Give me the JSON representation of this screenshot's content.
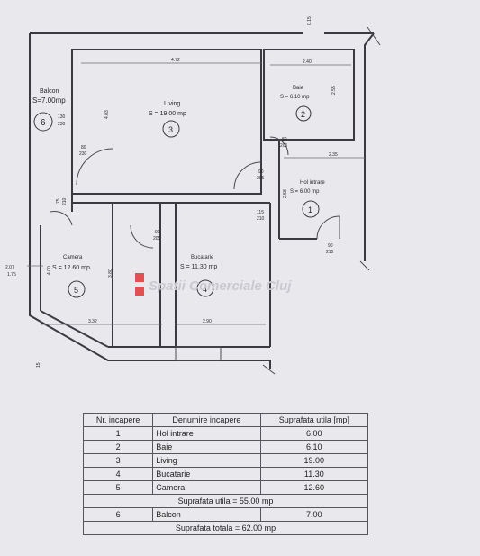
{
  "plan": {
    "watermark": "Spatii Comerciale Cluj",
    "rooms": {
      "balcon": {
        "name": "Balcon",
        "area": "S=7.00mp",
        "num": "6",
        "dim_a": "130",
        "dim_b": "230"
      },
      "living": {
        "name": "Living",
        "area": "S = 19.00 mp",
        "num": "3"
      },
      "baie": {
        "name": "Baie",
        "area": "S = 6.10 mp",
        "num": "2"
      },
      "hol": {
        "name": "Hol intrare",
        "area": "S = 6.00 mp",
        "num": "1"
      },
      "camera": {
        "name": "Camera",
        "area": "S = 12.60 mp",
        "num": "5"
      },
      "bucatarie": {
        "name": "Bucatarie",
        "area": "S = 11.30 mp",
        "num": "4"
      }
    },
    "dims": {
      "living_w": "4.72",
      "living_h": "4.03",
      "baie_w": "2.40",
      "baie_h": "2.55",
      "hol_w": "2.35",
      "hol_h": "2.58",
      "top_small": "0.15",
      "camera_w": "3.32",
      "camera_h": "4.00",
      "camera_h2": "3.80",
      "buc_w": "2.90",
      "left_h": "2.07",
      "left_h2": "1.75",
      "d_living_top": "80",
      "d_living_bot": "230",
      "d_baie_top": "80",
      "d_baie_bot": "205",
      "d_hol_top": "90",
      "d_hol_bot": "205",
      "d_buc_top": "115",
      "d_buc_bot": "210",
      "d_cam_top": "90",
      "d_cam_bot": "205",
      "d_entry_top": "90",
      "d_entry_bot": "210",
      "d_balc_a": "75",
      "d_balc_b": "210",
      "d_bot": "15"
    }
  },
  "legend": {
    "headers": [
      "Nr. incapere",
      "Denumire incapere",
      "Suprafata utila [mp]"
    ],
    "rows": [
      [
        "1",
        "Hol intrare",
        "6.00"
      ],
      [
        "2",
        "Baie",
        "6.10"
      ],
      [
        "3",
        "Living",
        "19.00"
      ],
      [
        "4",
        "Bucatarie",
        "11.30"
      ],
      [
        "5",
        "Camera",
        "12.60"
      ]
    ],
    "subtotal": "Suprafata utila = 55.00 mp",
    "balcon": [
      "6",
      "Balcon",
      "7.00"
    ],
    "total": "Suprafata totala = 62.00 mp"
  }
}
